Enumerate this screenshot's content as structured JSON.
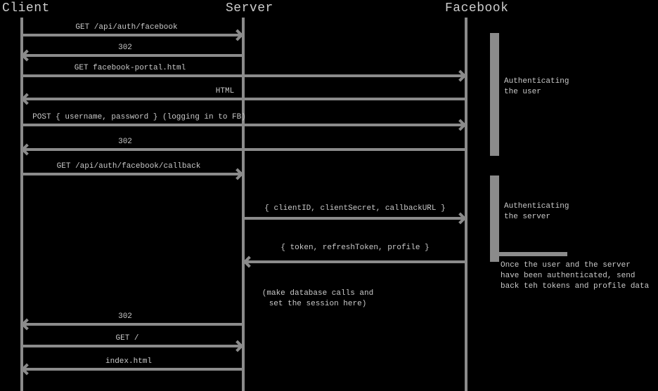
{
  "diagram": {
    "type": "sequence",
    "background_color": "#000000",
    "line_color": "#8b8b8b",
    "text_color": "#c9c9c9"
  },
  "actors": [
    {
      "name": "Client"
    },
    {
      "name": "Server"
    },
    {
      "name": "Facebook"
    }
  ],
  "messages": [
    {
      "from": "Client",
      "to": "Server",
      "label": "GET /api/auth/facebook"
    },
    {
      "from": "Server",
      "to": "Client",
      "label": "302"
    },
    {
      "from": "Client",
      "to": "Facebook",
      "label": "GET facebook-portal.html"
    },
    {
      "from": "Facebook",
      "to": "Client",
      "label": "HTML"
    },
    {
      "from": "Client",
      "to": "Facebook",
      "label": "POST { username, password } (logging in to FB)"
    },
    {
      "from": "Facebook",
      "to": "Client",
      "label": "302"
    },
    {
      "from": "Client",
      "to": "Server",
      "label": "GET /api/auth/facebook/callback"
    },
    {
      "from": "Server",
      "to": "Facebook",
      "label": "{ clientID, clientSecret, callbackURL }"
    },
    {
      "from": "Facebook",
      "to": "Server",
      "label": "{ token, refreshToken, profile }"
    },
    {
      "from": "Server",
      "to": "Client",
      "label": "302"
    },
    {
      "from": "Client",
      "to": "Server",
      "label": "GET /"
    },
    {
      "from": "Server",
      "to": "Client",
      "label": "index.html"
    }
  ],
  "note": {
    "text": "(make database calls and\nset the session here)"
  },
  "annotations": [
    {
      "text": "Authenticating\nthe user"
    },
    {
      "text": "Authenticating\nthe server"
    },
    {
      "text": "Once the user and the server\nhave been authenticated, send\nback teh tokens and profile data"
    }
  ]
}
